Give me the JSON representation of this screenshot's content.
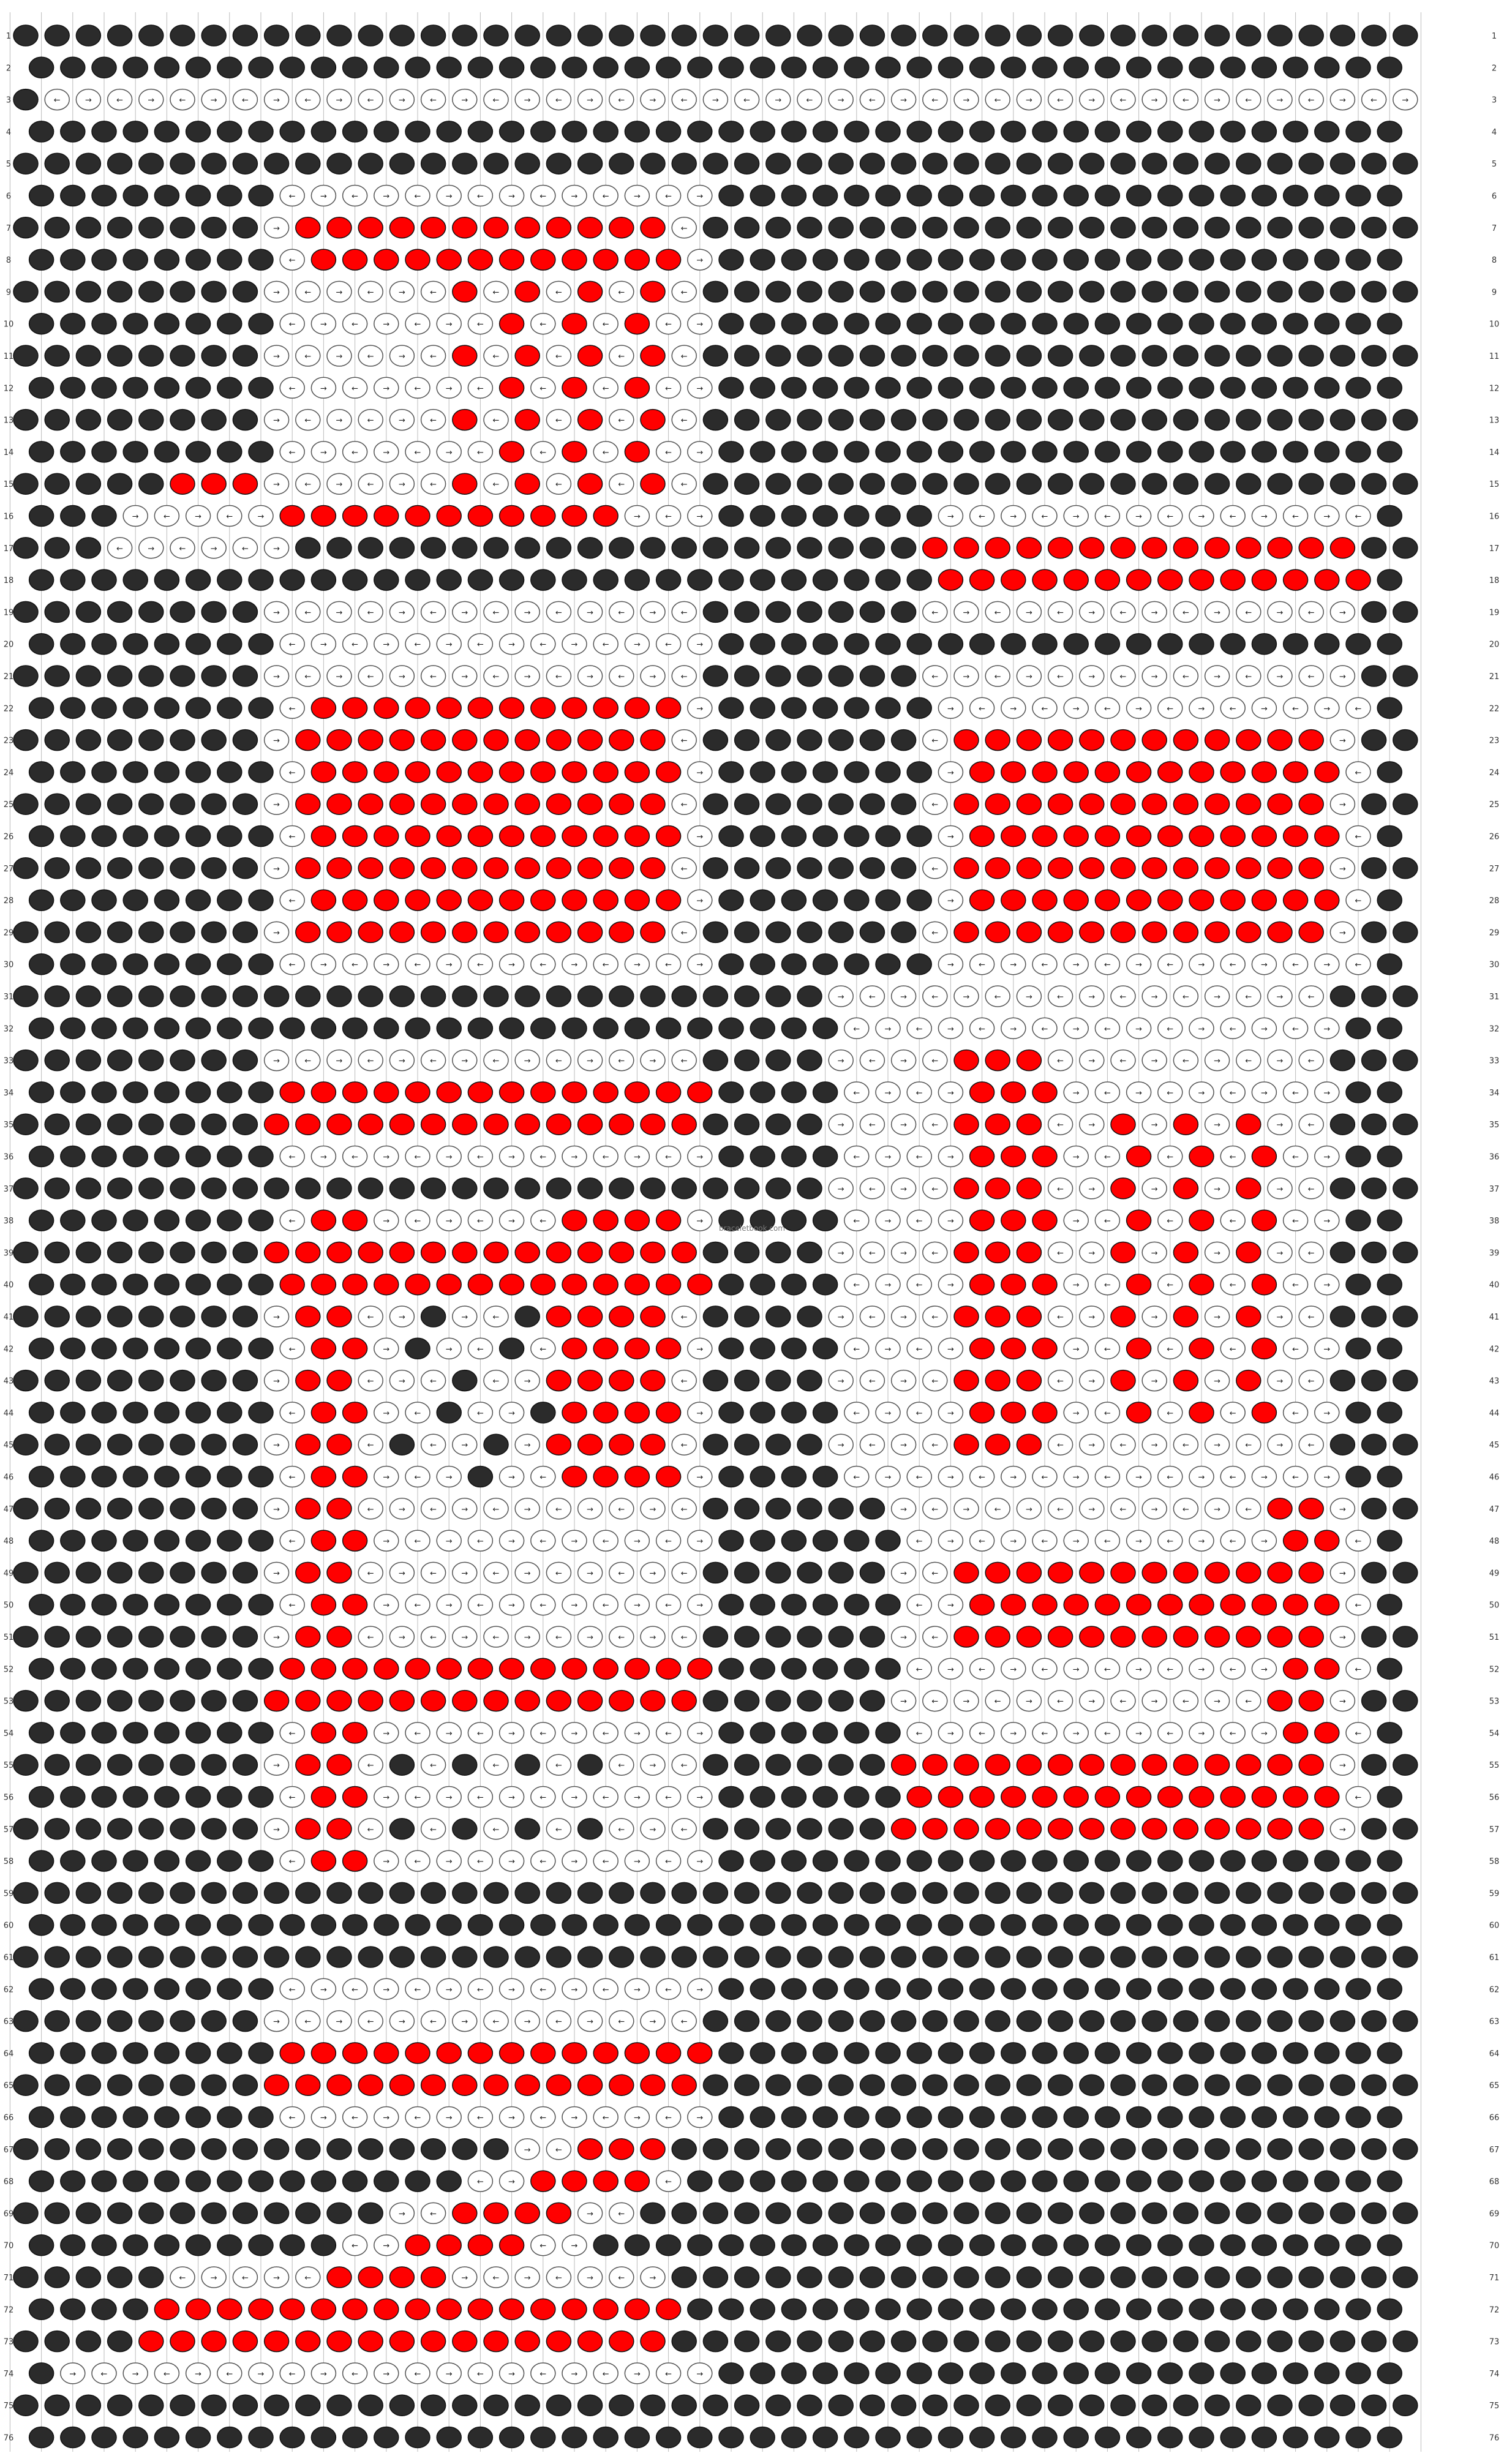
{
  "pattern": {
    "rows": 76,
    "knots_per_row": 45,
    "colors": {
      "A": "#2b2b2b",
      "B": "#ffffff",
      "C": "#ff0000"
    },
    "row_labels_left": [
      "1",
      "2",
      "3",
      "4",
      "5",
      "6",
      "7",
      "8",
      "9",
      "10",
      "11",
      "12",
      "13",
      "14",
      "15",
      "16",
      "17",
      "18",
      "19",
      "20",
      "21",
      "22",
      "23",
      "24",
      "25",
      "26",
      "27",
      "28",
      "29",
      "30",
      "31",
      "32",
      "33",
      "34",
      "35",
      "36",
      "37",
      "38",
      "39",
      "40",
      "41",
      "42",
      "43",
      "44",
      "45",
      "46",
      "47",
      "48",
      "49",
      "50",
      "51",
      "52",
      "53",
      "54",
      "55",
      "56",
      "57",
      "58",
      "59",
      "60",
      "61",
      "62",
      "63",
      "64",
      "65",
      "66",
      "67",
      "68",
      "69",
      "70",
      "71",
      "72",
      "73",
      "74",
      "75",
      "76"
    ],
    "row_labels_right": [
      "1",
      "2",
      "3",
      "4",
      "5",
      "6",
      "7",
      "8",
      "9",
      "10",
      "11",
      "12",
      "13",
      "14",
      "15",
      "16",
      "17",
      "18",
      "19",
      "20",
      "21",
      "22",
      "23",
      "24",
      "25",
      "26",
      "27",
      "28",
      "29",
      "30",
      "31",
      "32",
      "33",
      "34",
      "35",
      "36",
      "37",
      "38",
      "39",
      "40",
      "41",
      "42",
      "43",
      "44",
      "45",
      "46",
      "47",
      "48",
      "49",
      "50",
      "51",
      "52",
      "53",
      "54",
      "55",
      "56",
      "57",
      "58",
      "59",
      "60",
      "61",
      "62",
      "63",
      "64",
      "65",
      "66",
      "67",
      "68",
      "69",
      "70",
      "71",
      "72",
      "73",
      "74",
      "75",
      "76"
    ],
    "watermark": "braceletbook.com"
  }
}
